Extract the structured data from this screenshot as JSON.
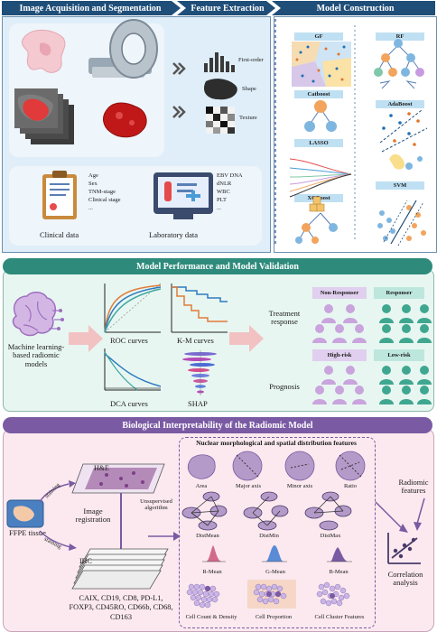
{
  "banners": {
    "acquisition": "Image Acquisition and Segmentation",
    "feature": "Feature Extraction",
    "model": "Model Construction",
    "performance": "Model Performance and Model Validation",
    "interpretability": "Biological Interpretability of the Radiomic Model"
  },
  "features": [
    "First-order",
    "Shape",
    "Texture"
  ],
  "clinical": {
    "items": [
      "Age",
      "Sex",
      "TNM-stage",
      "Clinical stage",
      "..."
    ],
    "label": "Clinical data"
  },
  "laboratory": {
    "items": [
      "EBV DNA",
      "dNLR",
      "WBC",
      "PLT",
      "..."
    ],
    "label": "Laboratory data"
  },
  "models": [
    "GF",
    "RF",
    "Catboost",
    "AdaBoost",
    "LASSO",
    "XGBoost",
    "SVM"
  ],
  "performance": {
    "ml_label": "Machine learning-based radiomic models",
    "roc": "ROC curves",
    "km": "K-M curves",
    "dca": "DCA curves",
    "shap": "SHAP",
    "treatment": "Treatment response",
    "prognosis": "Prognosis",
    "non_responser": "Non-Responser",
    "responser": "Responser",
    "high_risk": "High-risk",
    "low_risk": "Low-risk"
  },
  "interp": {
    "he": "H&E",
    "staining1": "staining",
    "staining2": "staining",
    "ffpe": "FFPE tissue",
    "registration": "Image registration",
    "unsupervised": "Unsupervised algorithm",
    "ihc": "IHC",
    "markers": "CAIX, CD19, CD8, PD-L1, FOXP3, CD45RO, CD66b, CD68, CD163",
    "nuclear_title": "Nuclear morphological and spatial distribution features",
    "shape_feats": [
      "Area",
      "Major axis",
      "Minor axis",
      "Ratio"
    ],
    "dist_feats": [
      "DistMean",
      "DistMin",
      "DistMax"
    ],
    "color_feats": [
      "R-Mean",
      "G-Mean",
      "B-Mean"
    ],
    "cell_feats": [
      "Cell Count & Density",
      "Cell Proportion",
      "Cell Cluster Features"
    ],
    "radiomic": "Radiomic features",
    "correlation": "Correlation analysis"
  }
}
